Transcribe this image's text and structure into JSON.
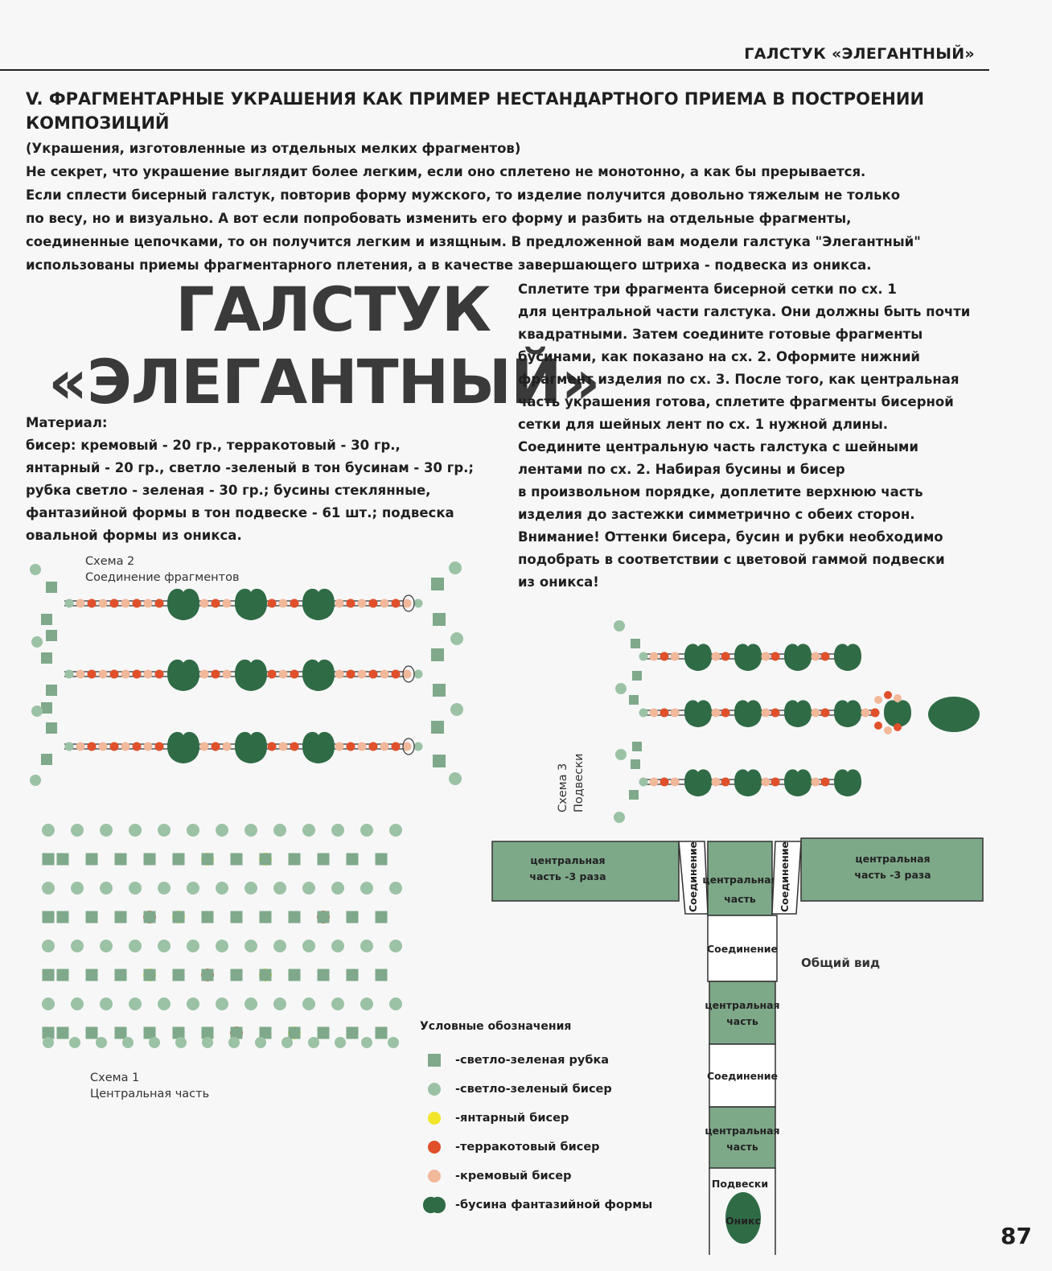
{
  "header": {
    "running_title": "ГАЛСТУК «ЭЛЕГАНТНЫЙ»",
    "page_number": "87"
  },
  "section": {
    "title": "V.  ФРАГМЕНТАРНЫЕ УКРАШЕНИЯ КАК ПРИМЕР НЕСТАНДАРТНОГО ПРИЕМА В ПОСТРОЕНИИ КОМПОЗИЦИЙ",
    "intro": [
      "(Украшения, изготовленные из отдельных мелких фрагментов)",
      "Не секрет, что украшение выглядит более легким, если оно сплетено не монотонно, а как бы прерывается.",
      "Если сплести бисерный галстук, повторив форму мужского, то изделие получится довольно тяжелым не только",
      "по весу,  но и визуально. А вот если попробовать изменить его форму и разбить на отдельные фрагменты,",
      "соединенные цепочками, то он получится легким и изящным. В предложенной вам модели галстука \"Элегантный\"",
      "использованы приемы фрагментарного плетения, а в качестве завершающего штриха - подвеска из оникса."
    ]
  },
  "title": {
    "line1": "ГАЛСТУК",
    "line2": "«ЭЛЕГАНТНЫЙ»"
  },
  "materials": [
    "Материал:",
    "бисер: кремовый - 20 гр.,  терракотовый - 30 гр.,",
    "янтарный - 20 гр., светло -зеленый в тон бусинам - 30 гр.;",
    "рубка светло - зеленая - 30 гр.; бусины  стеклянные,",
    "фантазийной формы в тон подвеске - 61 шт.; подвеска",
    "овальной формы из оникса."
  ],
  "instructions": [
    "Сплетите три фрагмента бисерной сетки по сх. 1",
    "для центральной части галстука. Они должны быть почти",
    "квадратными. Затем соедините готовые фрагменты",
    "бусинами, как показано на сх. 2. Оформите нижний",
    "фрагмент изделия по сх. 3. После того, как центральная",
    "часть украшения готова, сплетите фрагменты бисерной",
    "сетки для шейных лент по сх. 1 нужной длины.",
    "Соедините центральную часть галстука с шейными",
    "лентами по сх. 2. Набирая бусины и бисер",
    "в произвольном порядке, доплетите верхнюю часть",
    "изделия до застежки симметрично с обеих сторон.",
    "Внимание!  Оттенки бисера, бусин и рубки необходимо",
    "подобрать в соответствии с цветовой гаммой подвески",
    "из оникса!"
  ],
  "scheme2": {
    "title": "Схема 2",
    "subtitle": "Соединение фрагментов"
  },
  "scheme1": {
    "title": "Схема 1",
    "subtitle": "Центральная часть"
  },
  "scheme3": {
    "title": "Схема 3",
    "subtitle": "Подвески"
  },
  "overview": {
    "label": "Общий вид",
    "side_block": [
      "центральная",
      "часть -3 раза"
    ],
    "connector": "Соединение",
    "center_block": [
      "центральная",
      "часть"
    ],
    "pendants": "Подвески",
    "onyx": "Оникс"
  },
  "legend": {
    "title": "Условные обозначения",
    "items": [
      {
        "shape": "square",
        "label": "-светло-зеленая рубка"
      },
      {
        "shape": "circle",
        "label": "-светло-зеленый бисер"
      },
      {
        "shape": "circle-amber",
        "label": "-янтарный бисер"
      },
      {
        "shape": "circle-terracotta",
        "label": "-терракотовый бисер"
      },
      {
        "shape": "circle-cream",
        "label": "-кремовый бисер"
      },
      {
        "shape": "fancy-bead",
        "label": "-бусина фантазийной формы"
      }
    ]
  },
  "colors": {
    "light_green": "#7fa98a",
    "green_bead": "#9cc2a5",
    "dark_green": "#2f6b45",
    "amber": "#f2e52a",
    "terracotta": "#e0502a",
    "cream": "#f2b89a",
    "block_fill": "#7ea989"
  }
}
